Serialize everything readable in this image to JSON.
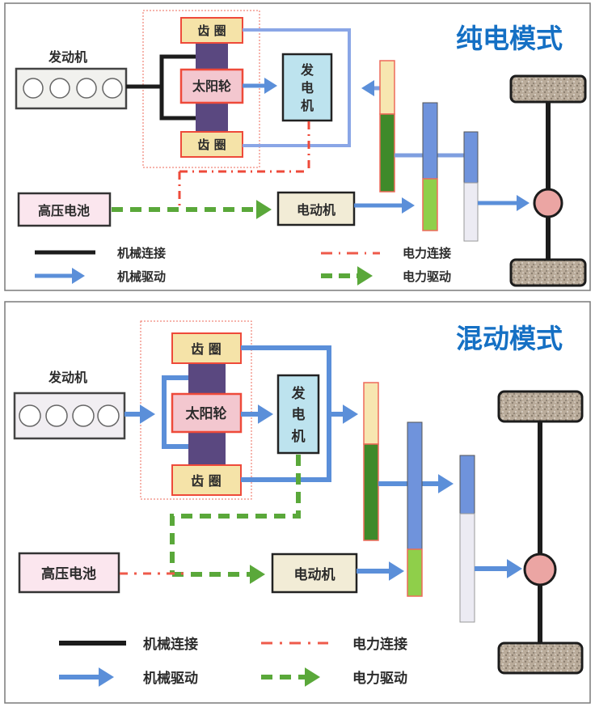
{
  "colors": {
    "title_blue": "#1570c4",
    "mech_drive_blue": "#5b8fd9",
    "mech_link_black": "#1c1c1c",
    "elec_link_red": "#ee5a4a",
    "elec_drive_green": "#5aa83a",
    "gear_ring_fill": "#f5e3a8",
    "gear_border": "#ee4a3a",
    "sun_fill": "#f3c7cf",
    "carrier_purple": "#5a4880",
    "generator_fill": "#bde3ee",
    "battery_fill": "#fbe6ee",
    "motor_fill": "#f2ecd6",
    "wheel_fill": "#b9ab9a",
    "diff_fill": "#eba5a3",
    "dark_green": "#3f8a2a",
    "light_green": "#8fcf4a",
    "pale_white": "#ecebf3"
  },
  "panels": [
    {
      "title": "纯电模式",
      "engine_label": "发动机",
      "ring_gear_top": "齿 圈",
      "sun_gear": "太阳轮",
      "ring_gear_bottom": "齿 圈",
      "generator": [
        "发",
        "电",
        "机"
      ],
      "battery": "高压电池",
      "motor": "电动机",
      "legend": {
        "mech_link": "机械连接",
        "mech_drive": "机械驱动",
        "elec_link": "电力连接",
        "elec_drive": "电力驱动"
      }
    },
    {
      "title": "混动模式",
      "engine_label": "发动机",
      "ring_gear_top": "齿 圈",
      "sun_gear": "太阳轮",
      "ring_gear_bottom": "齿 圈",
      "generator": [
        "发",
        "电",
        "机"
      ],
      "battery": "高压电池",
      "motor": "电动机",
      "legend": {
        "mech_link": "机械连接",
        "mech_drive": "机械驱动",
        "elec_link": "电力连接",
        "elec_drive": "电力驱动"
      }
    }
  ]
}
